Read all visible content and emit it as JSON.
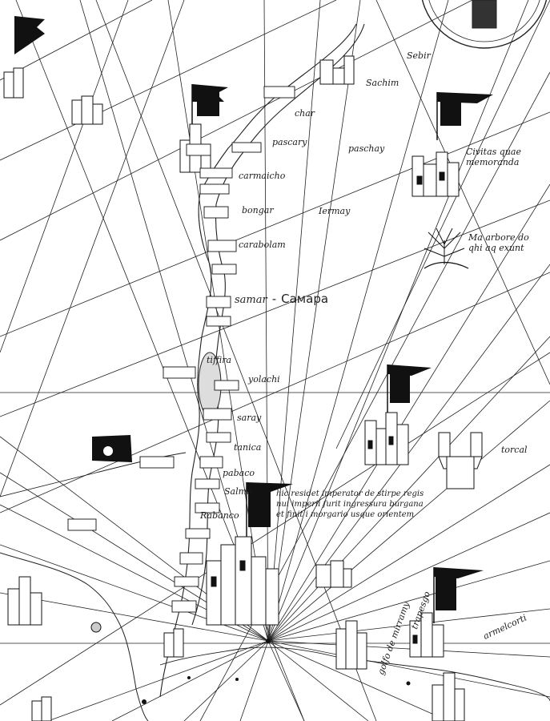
{
  "map": {
    "highlight_label": {
      "latin": "samar",
      "separator": "-",
      "cyrillic": "Самара"
    },
    "places": [
      {
        "id": "char",
        "text": "char"
      },
      {
        "id": "pascary",
        "text": "pascary"
      },
      {
        "id": "paschay",
        "text": "paschay"
      },
      {
        "id": "carmaicho",
        "text": "carmaicho"
      },
      {
        "id": "bongar",
        "text": "bongar"
      },
      {
        "id": "iermay",
        "text": "Iermay"
      },
      {
        "id": "carabolam",
        "text": "carabolam"
      },
      {
        "id": "sachim",
        "text": "Sachim"
      },
      {
        "id": "sebir",
        "text": "Sebir"
      },
      {
        "id": "yolachi",
        "text": "yolachi"
      },
      {
        "id": "tiffira",
        "text": "tiffira"
      },
      {
        "id": "saray",
        "text": "saray"
      },
      {
        "id": "tanica",
        "text": "tanica"
      },
      {
        "id": "pabaco",
        "text": "pabaco"
      },
      {
        "id": "salmo",
        "text": "Salmo"
      },
      {
        "id": "rabanco",
        "text": "Rabanco"
      },
      {
        "id": "torcal",
        "text": "torcal"
      },
      {
        "id": "trapesgo",
        "text": "trapesgo"
      },
      {
        "id": "golfo",
        "text": "golfo de mirramy"
      },
      {
        "id": "armelcorti",
        "text": "armelcorti"
      }
    ],
    "legends": [
      {
        "id": "civitas-text",
        "lines": [
          "Civitas quae",
          "memoranda"
        ]
      },
      {
        "id": "arbor-text",
        "lines": [
          "Ma arbore do",
          "qhi aq exunt"
        ]
      },
      {
        "id": "imperator-text",
        "lines": [
          "hic residet imperator de stirpe regis",
          "nui imperii furit ingressura burgana",
          "et finit i morgario usque orientem"
        ]
      }
    ]
  }
}
